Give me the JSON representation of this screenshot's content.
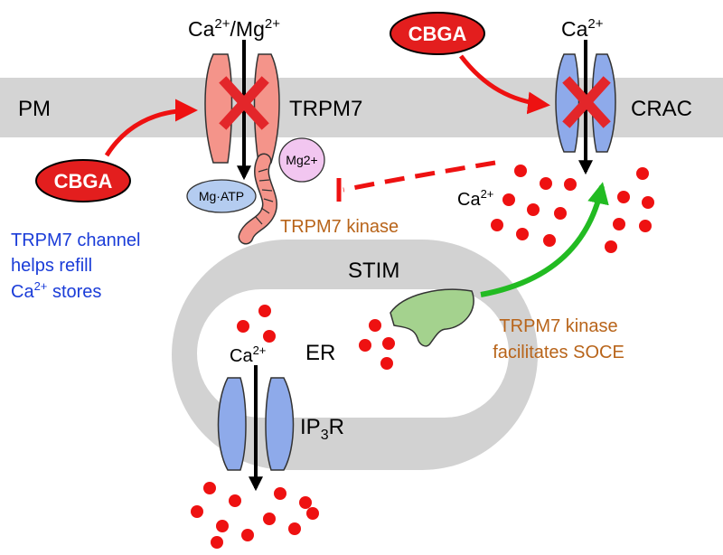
{
  "labels": {
    "pm": "PM",
    "ca_mg_top": {
      "base1": "Ca",
      "sup1": "2+",
      "mid": "/Mg",
      "sup2": "2+"
    },
    "ca_top_right": {
      "base": "Ca",
      "sup": "2+"
    },
    "trpm7": "TRPM7",
    "crac": "CRAC",
    "mg2plus": "Mg2+",
    "mg_atp": "Mg·ATP",
    "trpm7_kinase": "TRPM7 kinase",
    "ca_cyto": {
      "base": "Ca",
      "sup": "2+"
    },
    "stim": "STIM",
    "er": "ER",
    "ca_er": {
      "base": "Ca",
      "sup": "2+"
    },
    "ip3r": {
      "a": "IP",
      "sub": "3",
      "b": "R"
    }
  },
  "inhibitors": {
    "left": "CBGA",
    "right": "CBGA"
  },
  "notes": {
    "blue_line1": "TRPM7 channel",
    "blue_line2": "helps refill",
    "blue_line3": {
      "base": "Ca",
      "sup": "2+",
      "rest": " stores"
    },
    "orange_line1": "TRPM7 kinase",
    "orange_line2": "facilitates SOCE"
  },
  "colors": {
    "membrane": "#d4d4d4",
    "er_ring": "#d2d2d2",
    "trpm7_channel": "#f4948a",
    "crac_channel": "#8eaaea",
    "ip3r_channel": "#8eaaea",
    "stim": "#a4d28e",
    "mg2_bubble": "#f2c6f0",
    "mg_atp_bubble": "#b4ccf0",
    "ion_dot": "#ee1111",
    "inhibitor_fill": "#e31e1e",
    "block_cross": "#e3262a",
    "activation_arrow": "#22bb22",
    "blue_text": "#1a3cd8",
    "orange_text": "#b8641a"
  }
}
